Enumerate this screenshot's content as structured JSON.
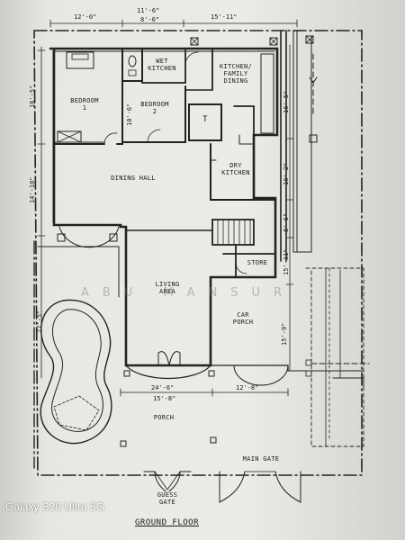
{
  "rooms": {
    "wet_kitchen": "WET\nKITCHEN",
    "kitchen_family": "KITCHEN/\nFAMILY\nDINING",
    "bedroom1": "BEDROOM\n1",
    "bedroom2": "BEDROOM\n2",
    "t": "T",
    "dry_kitchen": "DRY\nKITCHEN",
    "dining_hall": "DINING HALL",
    "store": "STORE",
    "living_area": "LIVING\nAREA",
    "car_porch": "CAR\nPORCH",
    "porch": "PORCH",
    "guess_gate": "GUESS\nGATE",
    "main_gate": "MAIN GATE"
  },
  "dimensions": {
    "top1": "12'-0\"",
    "top2": "11'-6\"",
    "top3": "8'-0\"",
    "top4": "15'-11\"",
    "left1": "16'-5\"",
    "left2": "14'-10\"",
    "left3": "27'-5\"",
    "bed2_v": "10'-6\"",
    "right1": "16'-5\"",
    "right2": "10'-2\"",
    "right3": "8'-6\"",
    "right4": "15'-11\"",
    "right5": "15'-9\"",
    "bottom1": "24'-6\"",
    "bottom2": "15'-8\"",
    "bottom3": "12'-8\""
  },
  "watermark": "ABU MANSUR",
  "title": "GROUND FLOOR",
  "device_label": "Galaxy S20 Ultra 5G"
}
